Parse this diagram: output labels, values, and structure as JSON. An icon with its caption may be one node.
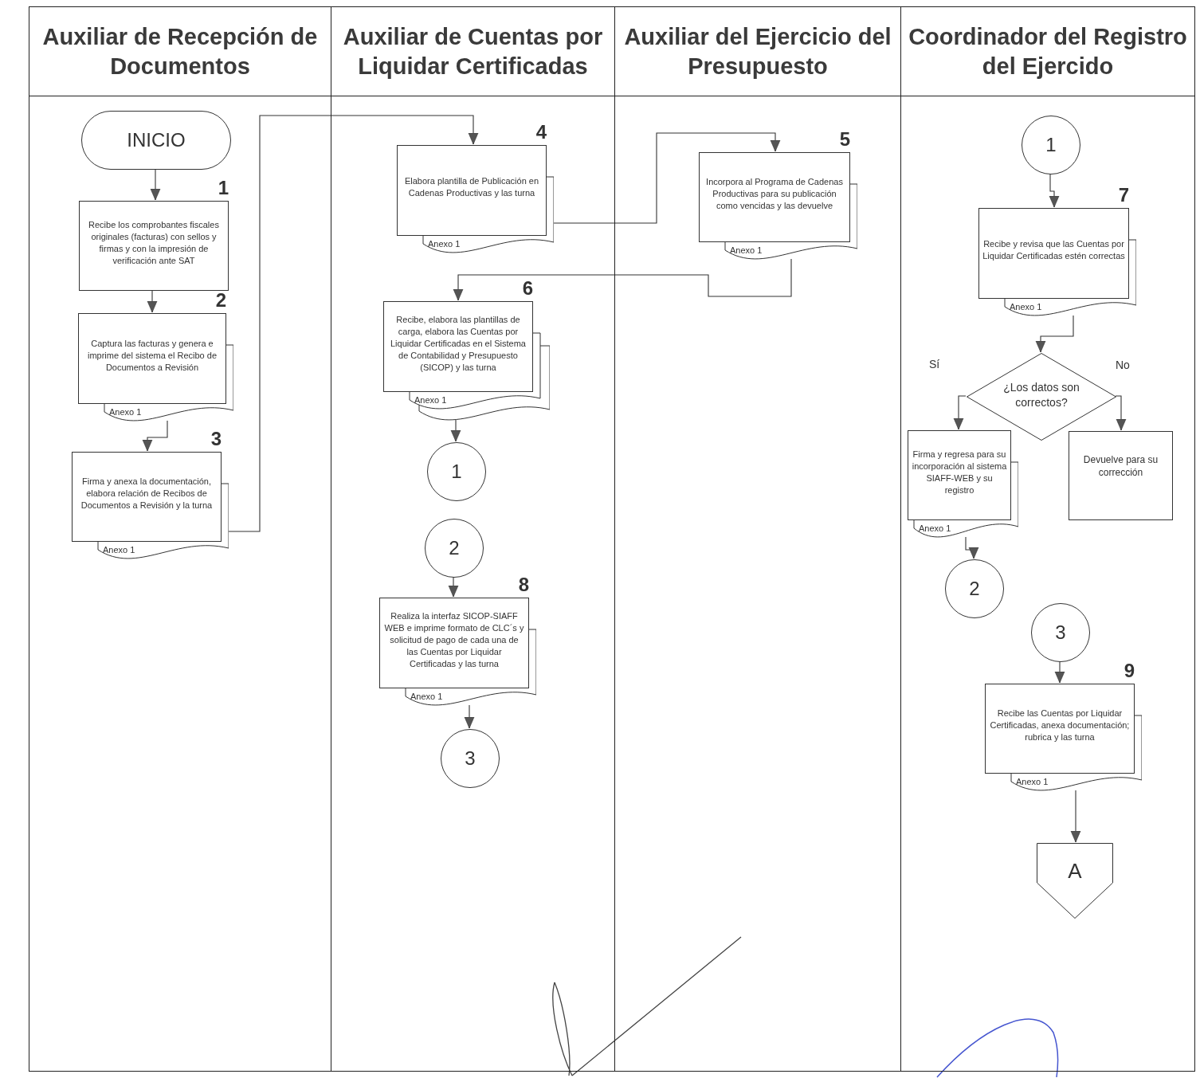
{
  "diagram": {
    "nodes": [
      {
        "text": [
          "Auxiliar de Recepción de Documentos"
        ]
      },
      {
        "text": [
          "Auxiliar de Cuentas por Liquidar Certificadas"
        ]
      },
      {
        "text": [
          "Auxiliar del Ejercicio del Presupuesto"
        ]
      },
      {
        "text": [
          "Coordinador del Registro del Ejercido"
        ]
      },
      {
        "text": [
          "INICIO"
        ],
        "in": 0
      },
      {
        "text": [
          "Recibe  los comprobantes fiscales originales (facturas) con sellos y firmas y con la impresión de verificación ante SAT"
        ],
        "beside": [
          "1"
        ],
        "in": 0
      },
      {
        "text": [
          "Captura las facturas y genera e imprime del sistema el Recibo de Documentos a Revisión",
          "Anexo 1"
        ],
        "beside": [
          "2"
        ],
        "in": 0
      },
      {
        "text": [
          "Firma y anexa la documentación, elabora relación de Recibos de Documentos a Revisión y la turna",
          "Anexo 1"
        ],
        "beside": [
          "3"
        ],
        "in": 0
      },
      {
        "text": [
          "Elabora plantilla de Publicación en Cadenas Productivas y las turna",
          "Anexo 1"
        ],
        "beside": [
          "4"
        ],
        "in": 1
      },
      {
        "text": [
          "Incorpora al Programa de Cadenas Productivas para su publicación como vencidas y las devuelve",
          "Anexo 1"
        ],
        "beside": [
          "5"
        ],
        "in": 2
      },
      {
        "text": [
          "Recibe, elabora las plantillas de carga, elabora las Cuentas por Liquidar Certificadas en el Sistema de Contabilidad y Presupuesto (SICOP) y las turna",
          "Anexo 1"
        ],
        "beside": [
          "6"
        ],
        "in": 1
      },
      {
        "text": [
          "1"
        ],
        "in": 1
      },
      {
        "text": [
          "2"
        ],
        "in": 1
      },
      {
        "text": [
          "Realiza la interfaz SICOP-SIAFF WEB e imprime formato de CLC´s y solicitud de pago de cada una de las Cuentas por Liquidar Certificadas y las turna",
          "Anexo 1"
        ],
        "beside": [
          "8"
        ],
        "in": 1
      },
      {
        "text": [
          "3"
        ],
        "in": 1
      },
      {
        "text": [
          "1"
        ],
        "in": 3
      },
      {
        "text": [
          "Recibe y revisa que las Cuentas por Liquidar Certificadas estén correctas",
          "Anexo 1"
        ],
        "beside": [
          "7"
        ],
        "in": 3
      },
      {
        "text": [
          "¿Los datos son correctos?"
        ],
        "in": 3
      },
      {
        "text": [
          "Firma y regresa para su incorporación al sistema SIAFF-WEB y su registro",
          "Anexo 1"
        ],
        "in": 3
      },
      {
        "text": [
          "Devuelve para su corrección"
        ],
        "in": 3
      },
      {
        "text": [
          "2"
        ],
        "in": 3
      },
      {
        "text": [
          "3"
        ],
        "in": 3
      },
      {
        "text": [
          "Recibe las Cuentas por Liquidar Certificadas, anexa documentación; rubrica y las turna",
          "Anexo 1"
        ],
        "beside": [
          "9"
        ],
        "in": 3
      },
      {
        "text": [
          "A"
        ],
        "in": 3
      }
    ],
    "edges": [
      {
        "from": 4,
        "to": 5,
        "arrow": "to"
      },
      {
        "from": 5,
        "to": 6,
        "arrow": "to"
      },
      {
        "from": 6,
        "to": 7,
        "arrow": "to"
      },
      {
        "from": 7,
        "to": 8,
        "arrow": "to"
      },
      {
        "from": 8,
        "to": 9,
        "arrow": "to"
      },
      {
        "from": 9,
        "to": 10,
        "arrow": "to"
      },
      {
        "from": 10,
        "to": 11,
        "arrow": "to"
      },
      {
        "from": 12,
        "to": 13,
        "arrow": "to"
      },
      {
        "from": 13,
        "to": 14,
        "arrow": "to"
      },
      {
        "from": 15,
        "to": 16,
        "arrow": "to"
      },
      {
        "from": 16,
        "to": 17,
        "arrow": "to"
      },
      {
        "from": 17,
        "to": 18,
        "arrow": "to",
        "label": "Sí"
      },
      {
        "from": 17,
        "to": 19,
        "arrow": "to",
        "label": "No"
      },
      {
        "from": 18,
        "to": 20,
        "arrow": "to"
      },
      {
        "from": 21,
        "to": 22,
        "arrow": "to"
      },
      {
        "from": 22,
        "to": 23,
        "arrow": "to"
      }
    ]
  }
}
